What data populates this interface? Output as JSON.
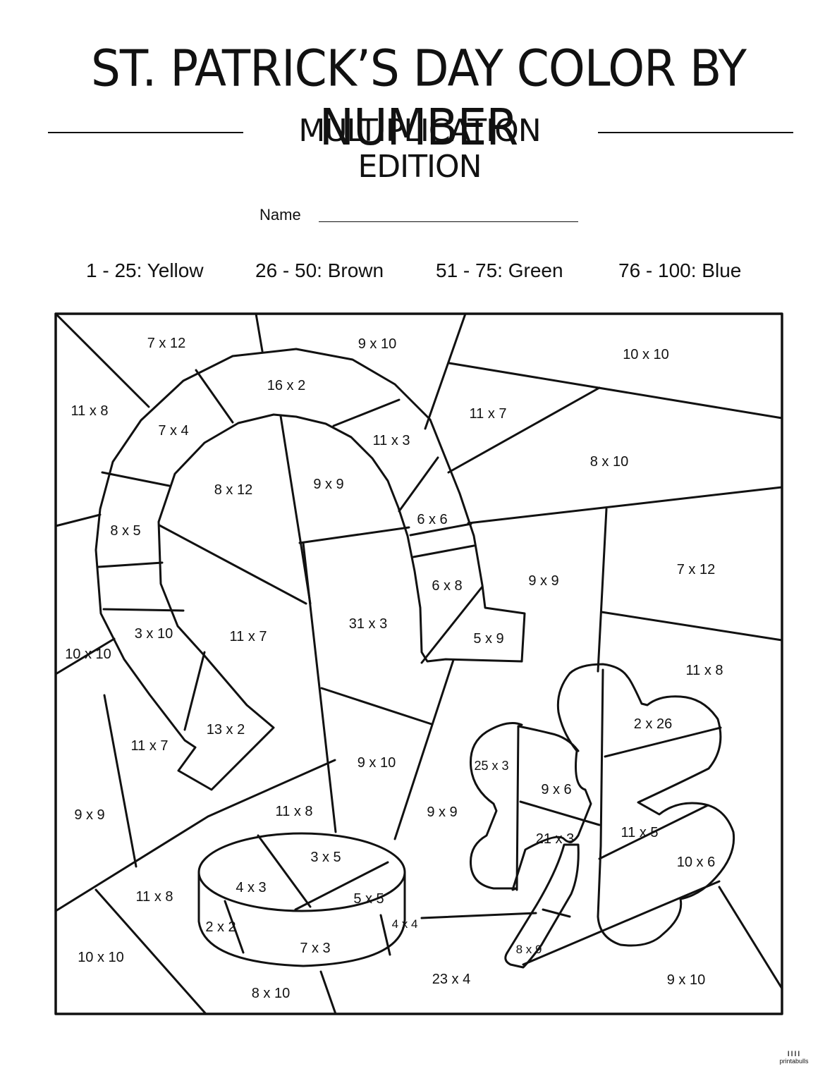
{
  "header": {
    "title": "ST. PATRICK’S DAY COLOR BY NUMBER",
    "subtitle": "MULTIPLICATION EDITION"
  },
  "name_field": {
    "label": "Name"
  },
  "legend": [
    {
      "text": "1 - 25: Yellow",
      "color": "#f5d90a"
    },
    {
      "text": "26 - 50: Brown",
      "color": "#7a4a1e"
    },
    {
      "text": "51 - 75: Green",
      "color": "#2e9e3e"
    },
    {
      "text": "76 - 100: Blue",
      "color": "#2f6fd6"
    }
  ],
  "regions": [
    "7 x 12",
    "9 x 10",
    "10 x 10",
    "11 x 8",
    "16 x 2",
    "7 x 4",
    "11 x 3",
    "11 x 7",
    "8 x 10",
    "8 x 12",
    "9 x 9",
    "8 x 5",
    "6 x 6",
    "6 x 8",
    "9 x 9",
    "7 x 12",
    "31 x 3",
    "3 x 10",
    "11 x 7",
    "5 x 9",
    "10 x 10",
    "11 x 8",
    "2 x 26",
    "13 x 2",
    "11 x 7",
    "9 x 10",
    "25 x 3",
    "9 x 6",
    "9 x 9",
    "9 x 9",
    "11 x 8",
    "11 x 5",
    "21 x 3",
    "3 x 5",
    "10 x 6",
    "4 x 3",
    "11 x 8",
    "5 x 5",
    "4 x 4",
    "2 x 2",
    "7 x 3",
    "8 x 9",
    "10 x 10",
    "23 x 4",
    "9 x 10",
    "8 x 10"
  ],
  "branding": {
    "mark": "ıııı",
    "name": "printabulls"
  }
}
